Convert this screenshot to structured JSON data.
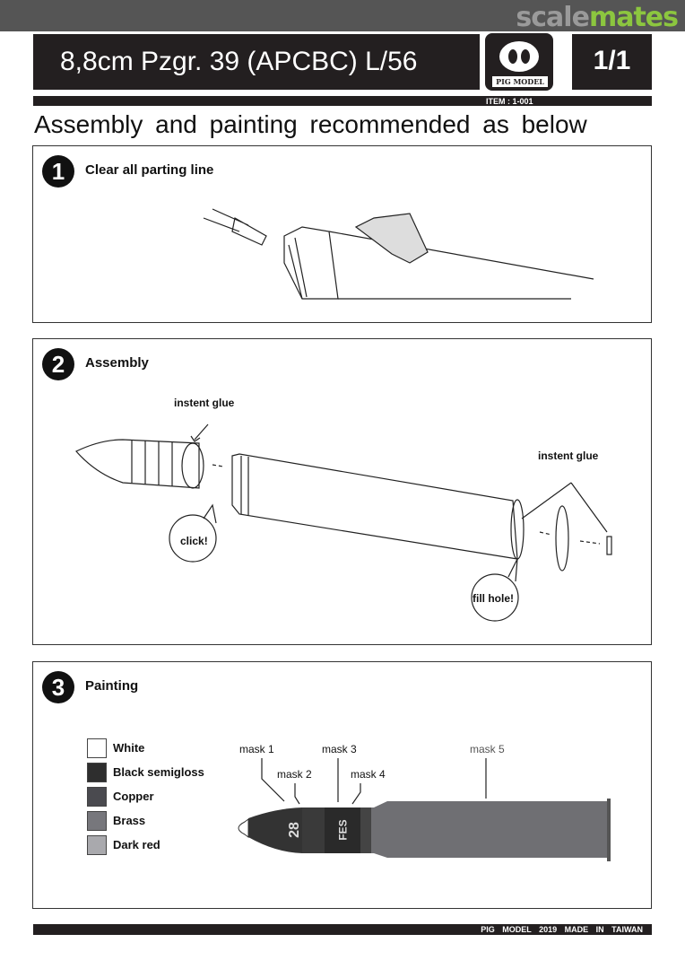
{
  "watermark": {
    "part1": "scale",
    "part2": "mates"
  },
  "header": {
    "title": "8,8cm  Pzgr. 39 (APCBC) L/56",
    "logo_text": "PIG MODEL",
    "page": "1/1",
    "item": "ITEM : 1-001"
  },
  "heading": "Assembly and painting recommended as below",
  "steps": [
    {
      "number": "1",
      "label": "Clear all parting line"
    },
    {
      "number": "2",
      "label": "Assembly",
      "callouts": {
        "glue1": "instent glue",
        "glue2": "instent glue",
        "click": "click!",
        "fill": "fill hole!"
      }
    },
    {
      "number": "3",
      "label": "Painting"
    }
  ],
  "legend": [
    {
      "name": "White",
      "color": "#ffffff"
    },
    {
      "name": "Black semigloss",
      "color": "#2e2e2e"
    },
    {
      "name": "Copper",
      "color": "#4a4a4f"
    },
    {
      "name": "Brass",
      "color": "#77777c"
    },
    {
      "name": "Dark red",
      "color": "#a9a9ad"
    }
  ],
  "masks": [
    "mask 1",
    "mask 2",
    "mask 3",
    "mask 4",
    "mask 5"
  ],
  "shell_markings": {
    "nose": "28",
    "band": "FES"
  },
  "footer": "PIG MODEL 2019 MADE IN TAIWAN"
}
